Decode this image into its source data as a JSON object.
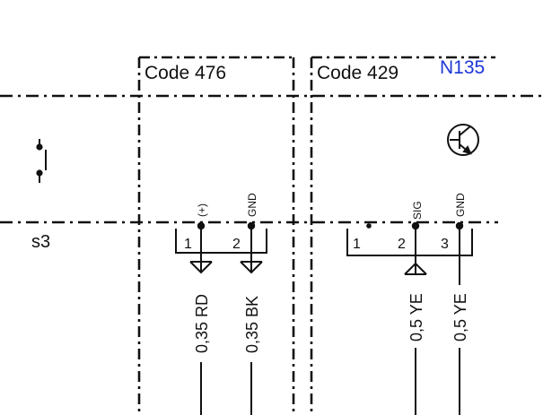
{
  "component_id": "N135",
  "blocks": [
    {
      "code": "Code 476",
      "pins": [
        {
          "num": "1",
          "signal": "(+)",
          "wire": "0,35 RD"
        },
        {
          "num": "2",
          "signal": "GND",
          "wire": "0,35 BK"
        }
      ]
    },
    {
      "code": "Code 429",
      "pins": [
        {
          "num": "1",
          "signal": "",
          "wire": ""
        },
        {
          "num": "2",
          "signal": "SIG",
          "wire": "0,5 YE"
        },
        {
          "num": "3",
          "signal": "GND",
          "wire": "0,5 YE"
        }
      ]
    }
  ],
  "left_label": "s3",
  "colors": {
    "ink": "#111111",
    "id_blue": "#1d36d8"
  },
  "icons": [
    "switch-icon",
    "transistor-icon"
  ]
}
